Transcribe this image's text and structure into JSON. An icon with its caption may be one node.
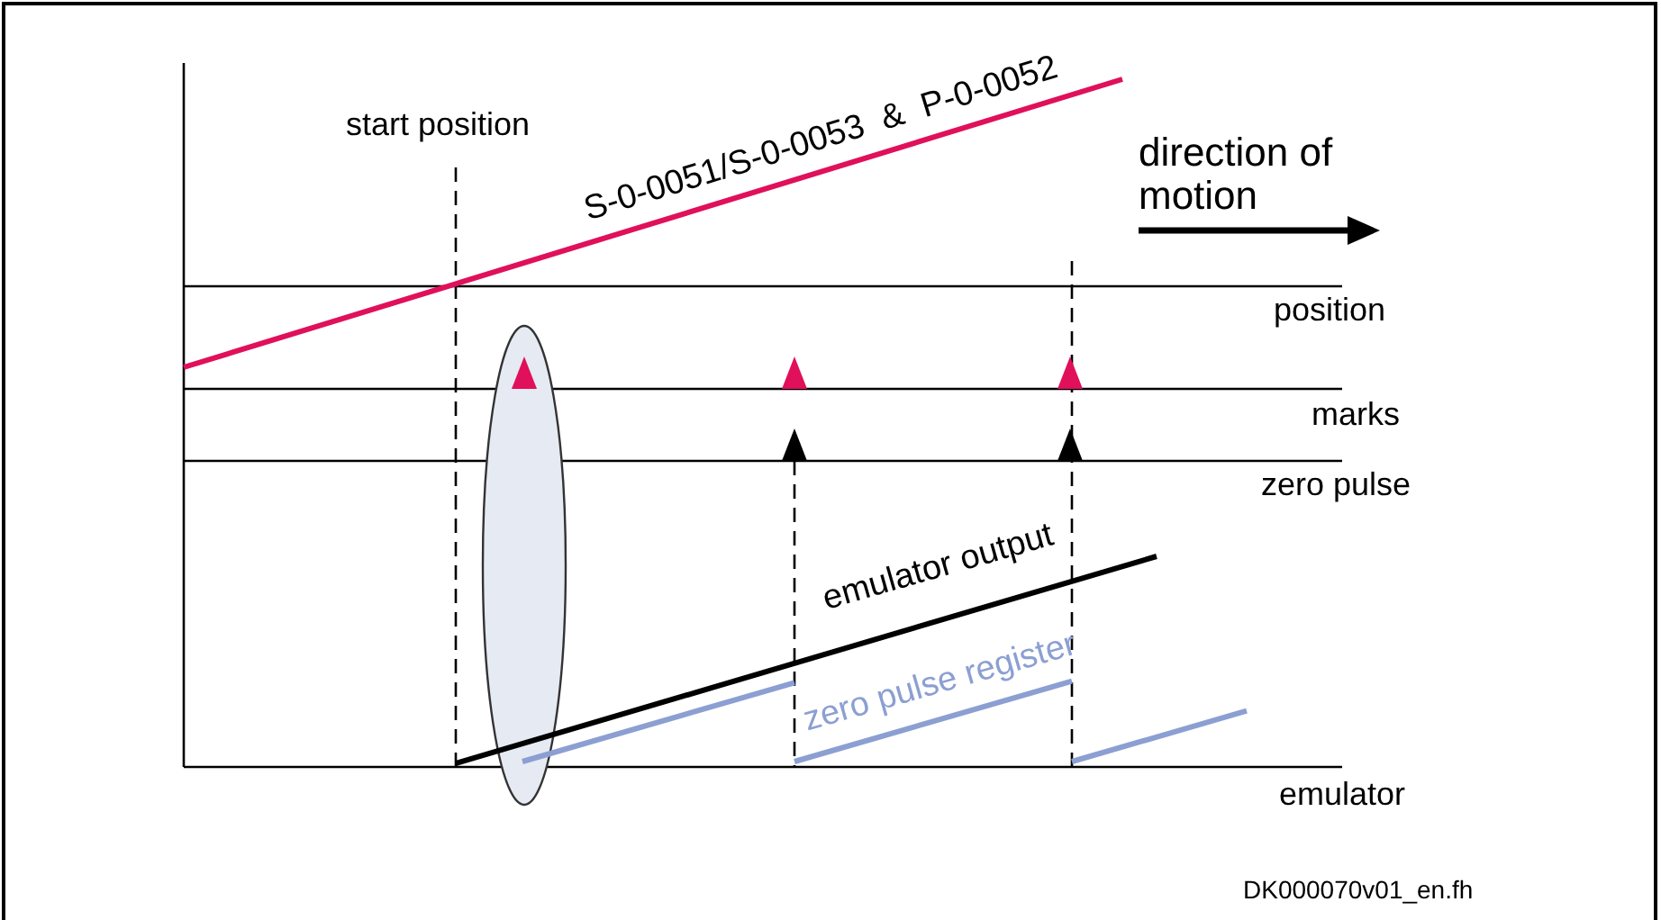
{
  "diagram": {
    "labels": [
      "start position",
      "S-0-0051/S-0-0053  &  P-0-0052",
      "direction of motion",
      "position",
      "marks",
      "zero pulse",
      "emulator output",
      "zero pulse register",
      "emulator",
      "DK000070v01_en.fh"
    ]
  }
}
